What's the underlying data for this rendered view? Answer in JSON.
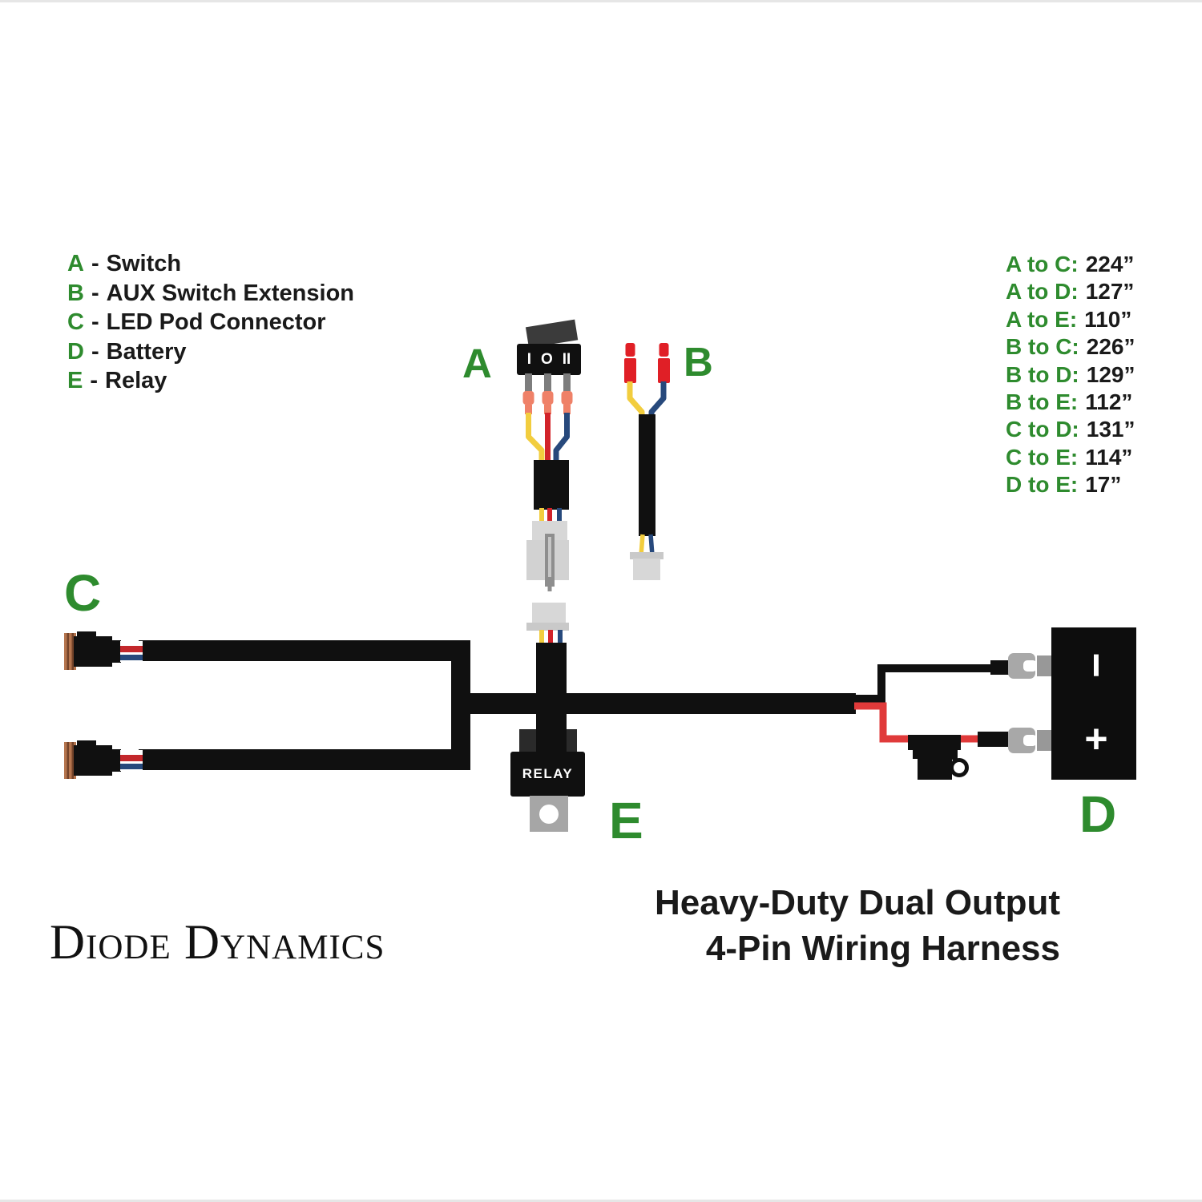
{
  "legend": {
    "separator": "-",
    "items": [
      {
        "letter": "A",
        "name": "Switch"
      },
      {
        "letter": "B",
        "name": "AUX Switch Extension"
      },
      {
        "letter": "C",
        "name": "LED Pod Connector"
      },
      {
        "letter": "D",
        "name": "Battery"
      },
      {
        "letter": "E",
        "name": "Relay"
      }
    ]
  },
  "distances": {
    "items": [
      {
        "pair": "A to C:",
        "value": "224”"
      },
      {
        "pair": "A to D:",
        "value": "127”"
      },
      {
        "pair": "A to E:",
        "value": "110”"
      },
      {
        "pair": "B to C:",
        "value": "226”"
      },
      {
        "pair": "B to D:",
        "value": "129”"
      },
      {
        "pair": "B to E:",
        "value": "112”"
      },
      {
        "pair": "C to D:",
        "value": "131”"
      },
      {
        "pair": "C to E:",
        "value": "114”"
      },
      {
        "pair": "D to E:",
        "value": "17”"
      }
    ]
  },
  "switch": {
    "positions": [
      "I",
      "O",
      "II"
    ]
  },
  "relay": {
    "label": "RELAY"
  },
  "battery": {
    "negative": "−",
    "positive": "+"
  },
  "title": {
    "line1": "Heavy-Duty Dual Output",
    "line2": "4-Pin Wiring Harness"
  },
  "branding": {
    "logo": "Diode Dynamics"
  },
  "colors": {
    "accent_green": "#2e8b2e",
    "harness_black": "#101010",
    "wire_yellow": "#f2cd3e",
    "wire_red": "#d2232a",
    "wire_blue": "#27497c",
    "terminal_salmon": "#ef8168",
    "terminal_red": "#e01f26",
    "connector_gray": "#d7d7d7",
    "copper": "#b5754e"
  }
}
